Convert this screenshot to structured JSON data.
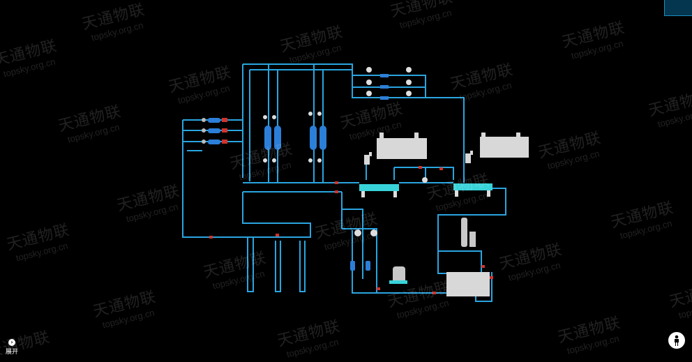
{
  "colors": {
    "background": "#000000",
    "pipe": "#2aa5e0",
    "valve_red": "#d0342c",
    "tank": "#d8d8d8",
    "manifold": "#38d3d9",
    "filter_blue": "#2c7fd8"
  },
  "watermark": {
    "brand": "天通物联",
    "url": "topsky.org.cn"
  },
  "controls": {
    "expand_label": "展开",
    "expand_icon": "chevron-right-icon",
    "user_icon": "user-icon"
  }
}
